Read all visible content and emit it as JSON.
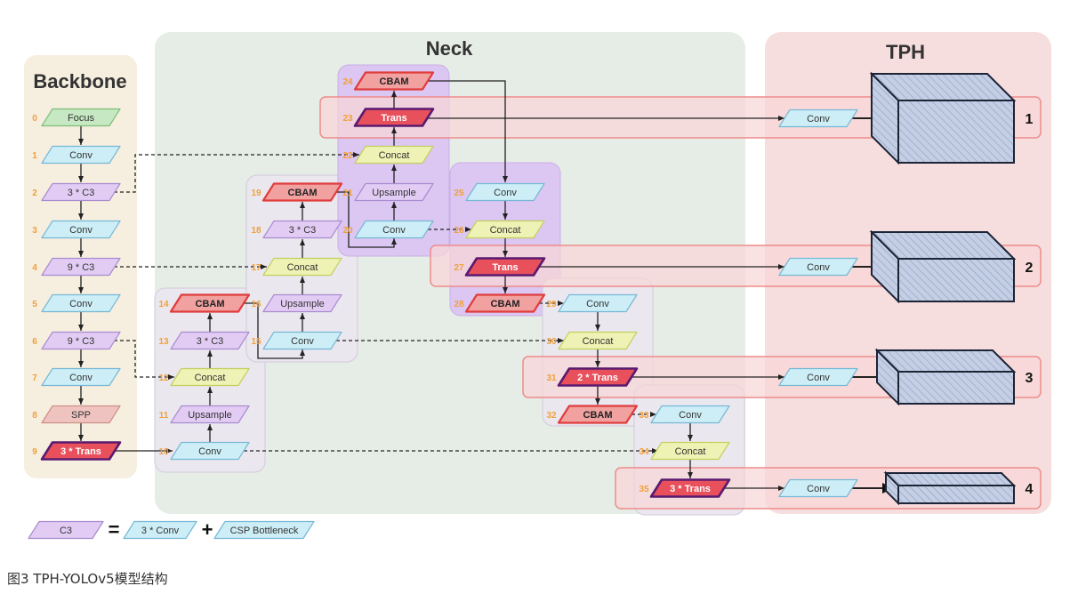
{
  "sections": {
    "backbone": "Backbone",
    "neck": "Neck",
    "tph": "TPH"
  },
  "nodes": [
    {
      "id": "0",
      "label": "Focus",
      "kind": "focus"
    },
    {
      "id": "1",
      "label": "Conv",
      "kind": "conv"
    },
    {
      "id": "2",
      "label": "3 * C3",
      "kind": "c3"
    },
    {
      "id": "3",
      "label": "Conv",
      "kind": "conv"
    },
    {
      "id": "4",
      "label": "9 * C3",
      "kind": "c3"
    },
    {
      "id": "5",
      "label": "Conv",
      "kind": "conv"
    },
    {
      "id": "6",
      "label": "9 * C3",
      "kind": "c3"
    },
    {
      "id": "7",
      "label": "Conv",
      "kind": "conv"
    },
    {
      "id": "8",
      "label": "SPP",
      "kind": "spp"
    },
    {
      "id": "9",
      "label": "3 * Trans",
      "kind": "trans"
    },
    {
      "id": "10",
      "label": "Conv",
      "kind": "conv"
    },
    {
      "id": "11",
      "label": "Upsample",
      "kind": "c3"
    },
    {
      "id": "12",
      "label": "Concat",
      "kind": "concat"
    },
    {
      "id": "13",
      "label": "3 * C3",
      "kind": "c3"
    },
    {
      "id": "14",
      "label": "CBAM",
      "kind": "cbam"
    },
    {
      "id": "15",
      "label": "Conv",
      "kind": "conv"
    },
    {
      "id": "16",
      "label": "Upsample",
      "kind": "c3"
    },
    {
      "id": "17",
      "label": "Concat",
      "kind": "concat"
    },
    {
      "id": "18",
      "label": "3 * C3",
      "kind": "c3"
    },
    {
      "id": "19",
      "label": "CBAM",
      "kind": "cbam"
    },
    {
      "id": "20",
      "label": "Conv",
      "kind": "conv"
    },
    {
      "id": "21",
      "label": "Upsample",
      "kind": "c3"
    },
    {
      "id": "22",
      "label": "Concat",
      "kind": "concat"
    },
    {
      "id": "23",
      "label": "Trans",
      "kind": "trans"
    },
    {
      "id": "24",
      "label": "CBAM",
      "kind": "cbam"
    },
    {
      "id": "25",
      "label": "Conv",
      "kind": "conv"
    },
    {
      "id": "26",
      "label": "Concat",
      "kind": "concat"
    },
    {
      "id": "27",
      "label": "Trans",
      "kind": "trans"
    },
    {
      "id": "28",
      "label": "CBAM",
      "kind": "cbam"
    },
    {
      "id": "29",
      "label": "Conv",
      "kind": "conv"
    },
    {
      "id": "30",
      "label": "Concat",
      "kind": "concat"
    },
    {
      "id": "31",
      "label": "2 * Trans",
      "kind": "trans"
    },
    {
      "id": "32",
      "label": "CBAM",
      "kind": "cbam"
    },
    {
      "id": "33",
      "label": "Conv",
      "kind": "conv"
    },
    {
      "id": "34",
      "label": "Concat",
      "kind": "concat"
    },
    {
      "id": "35",
      "label": "3 * Trans",
      "kind": "trans"
    },
    {
      "id": "h1",
      "label": "Conv",
      "kind": "conv"
    },
    {
      "id": "h2",
      "label": "Conv",
      "kind": "conv"
    },
    {
      "id": "h3",
      "label": "Conv",
      "kind": "conv"
    },
    {
      "id": "h4",
      "label": "Conv",
      "kind": "conv"
    }
  ],
  "heads": [
    "1",
    "2",
    "3",
    "4"
  ],
  "legend": {
    "c3": "C3",
    "equals": "=",
    "conv": "3 * Conv",
    "plus": "+",
    "csp": "CSP Bottleneck"
  },
  "caption": "图3 TPH-YOLOv5模型结构",
  "colors": {
    "backbone_bg": "#f6eedf",
    "neck_bg": "#e6ece6",
    "tph_bg": "#f7dede",
    "group_purple": "#dcc6f2",
    "group_gray": "#ebe7ef",
    "row_band": "#f8d6d6",
    "row_band_border": "#ee8b8b",
    "conv": "#cdeef6",
    "conv_border": "#76b8d6",
    "c3": "#e2ccf4",
    "c3_border": "#a98bd0",
    "concat": "#eef2b4",
    "concat_border": "#c4cf5e",
    "focus": "#c6e8c2",
    "focus_border": "#7fbe7a",
    "spp": "#efc4c0",
    "spp_border": "#cf8e88",
    "cbam": "#f2a1a1",
    "cbam_border": "#e03c3c",
    "trans": "#e8505c",
    "trans_border": "#5a1a70",
    "index": "#f0a03a",
    "head_box": "#c4cfe6",
    "head_box_border": "#1c2436"
  }
}
